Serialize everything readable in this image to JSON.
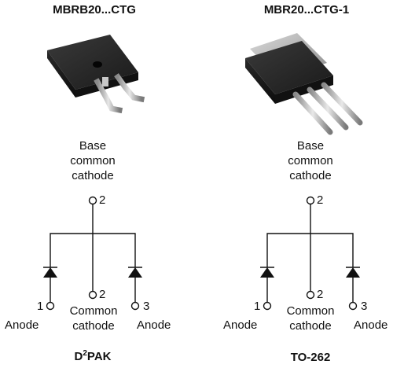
{
  "left": {
    "part": "MBRB20...CTG",
    "base_label": [
      "Base",
      "common",
      "cathode"
    ],
    "base_pin": "2",
    "pin1": "1",
    "pin2": "2",
    "pin3": "3",
    "common_label": [
      "Common",
      "cathode"
    ],
    "anode_left": "Anode",
    "anode_right": "Anode",
    "package_main": "D",
    "package_sup": "2",
    "package_rest": "PAK"
  },
  "right": {
    "part": "MBR20...CTG-1",
    "base_label": [
      "Base",
      "common",
      "cathode"
    ],
    "base_pin": "2",
    "pin1": "1",
    "pin2": "2",
    "pin3": "3",
    "common_label": [
      "Common",
      "cathode"
    ],
    "anode_left": "Anode",
    "anode_right": "Anode",
    "package": "TO-262"
  }
}
